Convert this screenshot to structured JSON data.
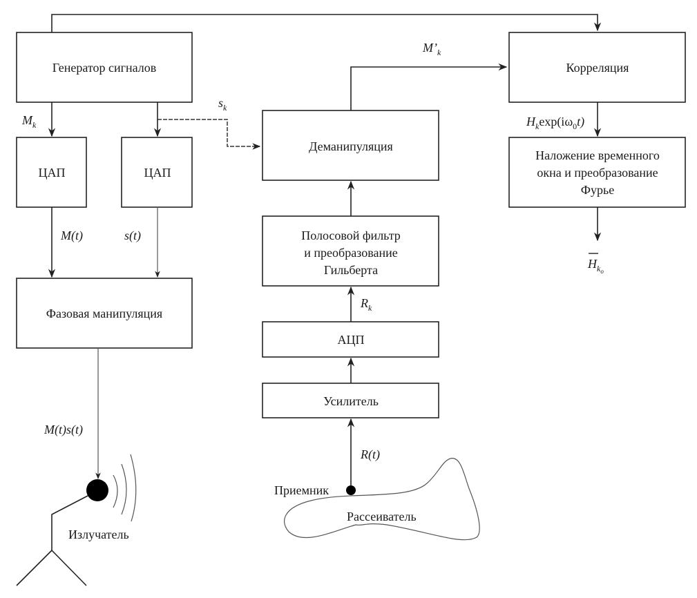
{
  "blocks": {
    "generator": "Генератор сигналов",
    "dac1": "ЦАП",
    "dac2": "ЦАП",
    "phase_mod": "Фазовая манипуляция",
    "demod": "Деманипуляция",
    "bandpass": [
      "Полосовой фильтр",
      "и преобразование",
      "Гильберта"
    ],
    "adc": "АЦП",
    "amplifier": "Усилитель",
    "correlation": "Корреляция",
    "fourier": [
      "Наложение временного",
      "окна и преобразование",
      "Фурье"
    ]
  },
  "signals": {
    "Mk": {
      "main": "M",
      "sub": "k"
    },
    "sk": {
      "main": "s",
      "sub": "k"
    },
    "Mt": "M(t)",
    "st": "s(t)",
    "Mtst": "M(t)s(t)",
    "Mprime_k": {
      "main": "M’",
      "sub": "k"
    },
    "Rk": {
      "main": "R",
      "sub": "k"
    },
    "Rt": "R(t)",
    "Hk_exp": {
      "main": "H",
      "sub": "k",
      "rest": "exp(iω",
      "sub2": "0",
      "tail": "t)"
    },
    "H_bar": {
      "main": "H",
      "sub": "k",
      "subsub": "o"
    }
  },
  "labels": {
    "emitter": "Излучатель",
    "receiver": "Приемник",
    "scatterer": "Рассеиватель"
  }
}
